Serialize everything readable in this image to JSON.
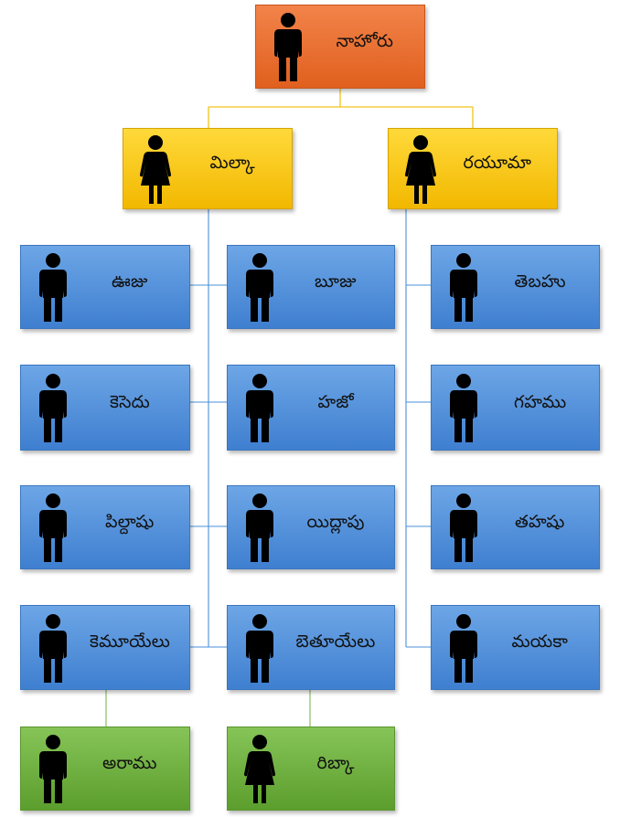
{
  "nodes": [
    {
      "id": "root",
      "label": "నాహోరు",
      "figure": "male",
      "color": "orange"
    },
    {
      "id": "milka",
      "label": "మిల్కా",
      "figure": "female",
      "color": "yellow"
    },
    {
      "id": "rayuma",
      "label": "రయూమా",
      "figure": "female",
      "color": "yellow"
    },
    {
      "id": "uju",
      "label": "ఊజు",
      "figure": "male",
      "color": "blue"
    },
    {
      "id": "buju",
      "label": "బూజు",
      "figure": "male",
      "color": "blue"
    },
    {
      "id": "tebahu",
      "label": "తెబహు",
      "figure": "male",
      "color": "blue"
    },
    {
      "id": "kesedu",
      "label": "కెసెదు",
      "figure": "male",
      "color": "blue"
    },
    {
      "id": "hajo",
      "label": "హజో",
      "figure": "male",
      "color": "blue"
    },
    {
      "id": "gahamu",
      "label": "గహము",
      "figure": "male",
      "color": "blue"
    },
    {
      "id": "pildashu",
      "label": "పిల్దాషు",
      "figure": "male",
      "color": "blue"
    },
    {
      "id": "yidlapu",
      "label": "యిద్లాపు",
      "figure": "male",
      "color": "blue"
    },
    {
      "id": "tahashu",
      "label": "తహషు",
      "figure": "male",
      "color": "blue"
    },
    {
      "id": "kemuyelu",
      "label": "కెమూయేలు",
      "figure": "male",
      "color": "blue"
    },
    {
      "id": "betuyelu",
      "label": "బెతూయేలు",
      "figure": "male",
      "color": "blue"
    },
    {
      "id": "mayaka",
      "label": "మయకా",
      "figure": "male",
      "color": "blue"
    },
    {
      "id": "aramu",
      "label": "అరాము",
      "figure": "male",
      "color": "green"
    },
    {
      "id": "ribka",
      "label": "రిబ్కా",
      "figure": "female",
      "color": "green"
    }
  ],
  "edges": [
    [
      "root",
      "milka"
    ],
    [
      "root",
      "rayuma"
    ],
    [
      "milka",
      "uju"
    ],
    [
      "milka",
      "kesedu"
    ],
    [
      "milka",
      "pildashu"
    ],
    [
      "milka",
      "kemuyelu"
    ],
    [
      "milka",
      "buju"
    ],
    [
      "milka",
      "hajo"
    ],
    [
      "milka",
      "yidlapu"
    ],
    [
      "milka",
      "betuyelu"
    ],
    [
      "rayuma",
      "tebahu"
    ],
    [
      "rayuma",
      "gahamu"
    ],
    [
      "rayuma",
      "tahashu"
    ],
    [
      "rayuma",
      "mayaka"
    ],
    [
      "kemuyelu",
      "aramu"
    ],
    [
      "betuyelu",
      "ribka"
    ]
  ],
  "colors": {
    "orange": "#e8702f",
    "yellow": "#f7c300",
    "blue": "#4f8fdc",
    "green": "#6aae3c",
    "connector_yellow": "#f0c419",
    "connector_blue": "#4a90d9",
    "connector_green": "#7cb855"
  }
}
